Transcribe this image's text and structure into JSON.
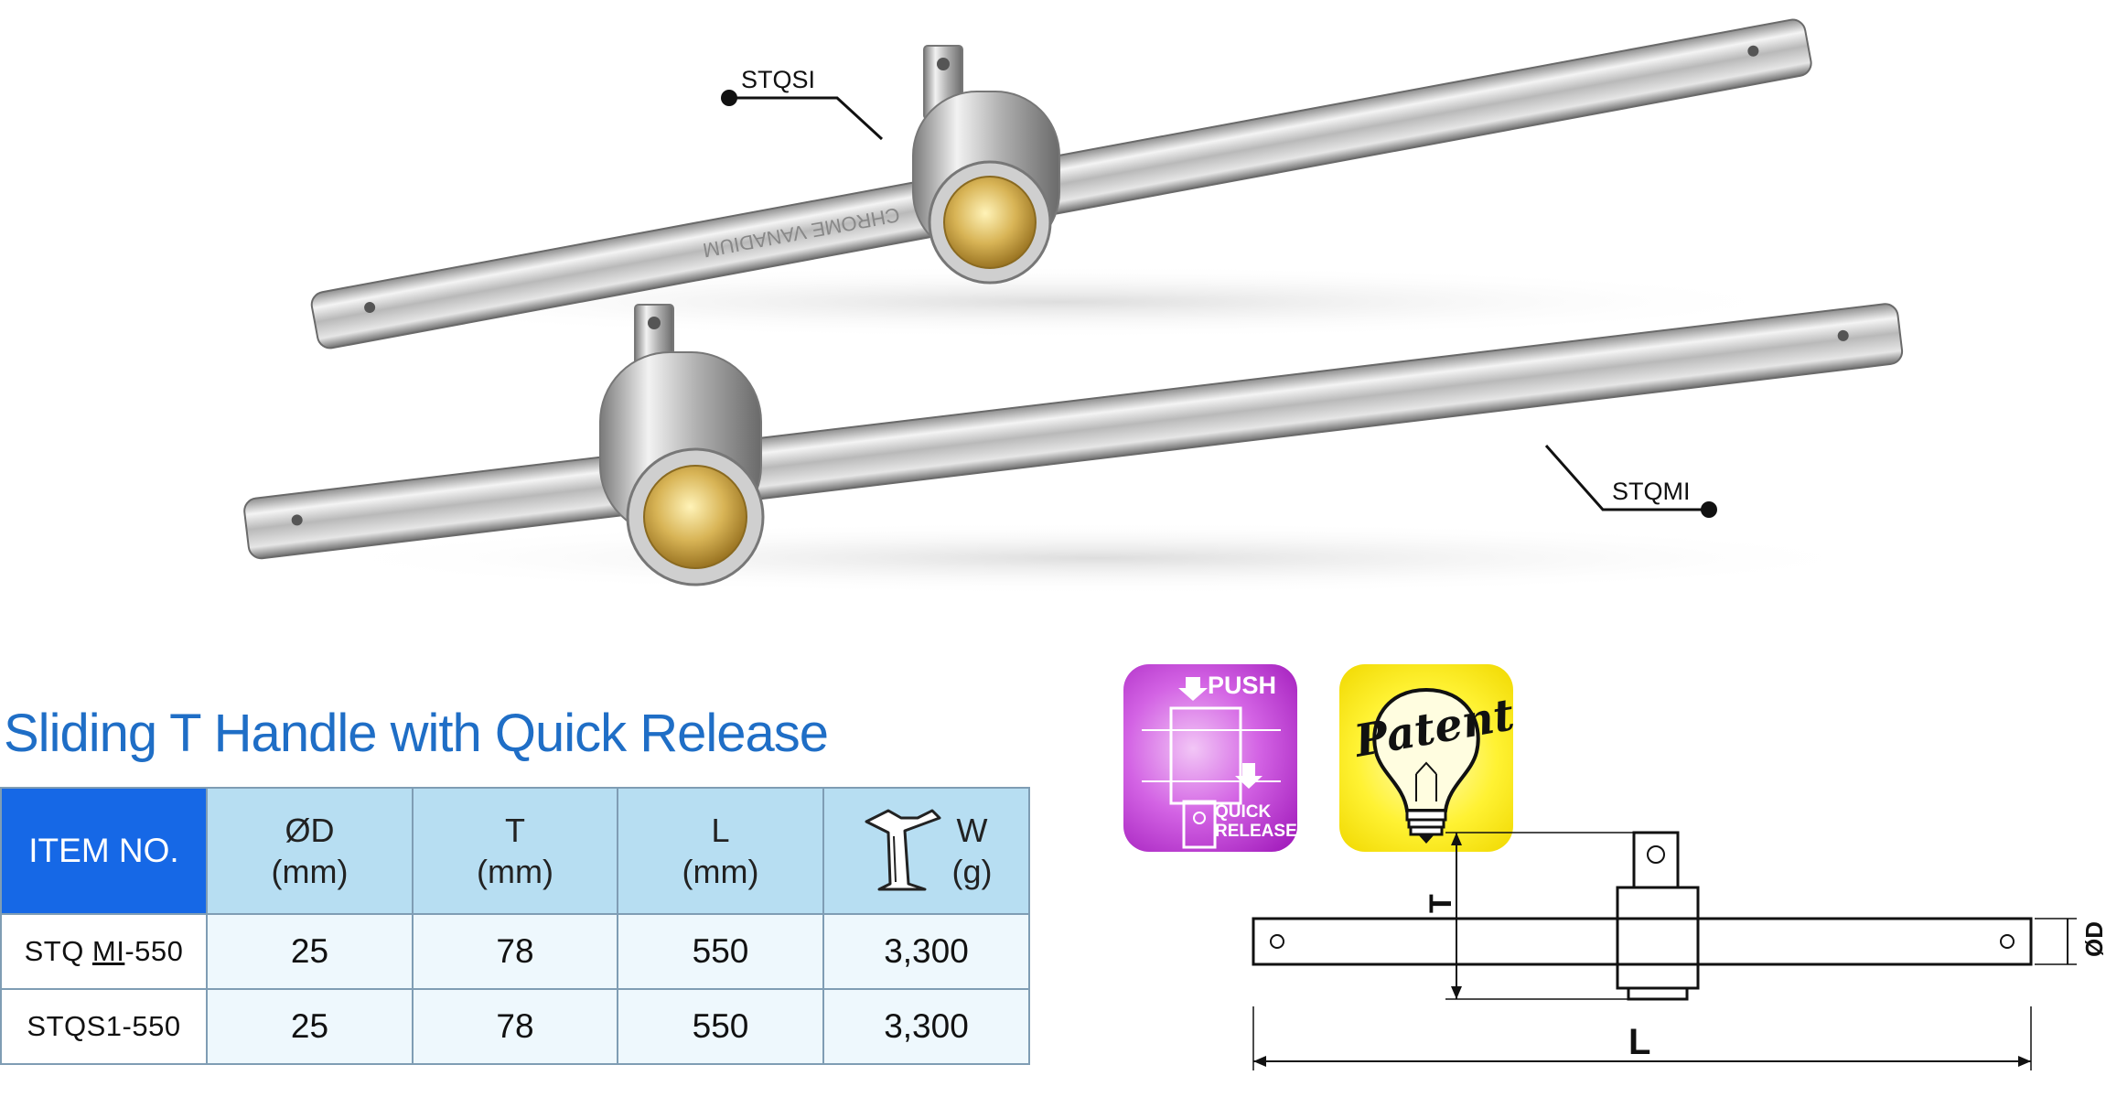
{
  "callouts": {
    "top_model": "STQSI",
    "bottom_model": "STQMI"
  },
  "title": "Sliding T Handle with Quick Release",
  "table": {
    "headers": {
      "item": "ITEM NO.",
      "d": "ØD",
      "d_unit": "(mm)",
      "t": "T",
      "t_unit": "(mm)",
      "l": "L",
      "l_unit": "(mm)",
      "w": "W",
      "w_unit": "(g)"
    },
    "rows": [
      {
        "item_prefix": "STQ ",
        "item_underlined": "MI",
        "item_suffix": "-550",
        "d": "25",
        "t": "78",
        "l": "550",
        "w": "3,300"
      },
      {
        "item": "STQS1-550",
        "d": "25",
        "t": "78",
        "l": "550",
        "w": "3,300"
      }
    ]
  },
  "badges": {
    "push": {
      "push_label": "PUSH",
      "quick_label": "QUICK",
      "release_label": "RELEASE",
      "color": "#b630cf"
    },
    "patent": {
      "label": "Patent",
      "color": "#fff233"
    }
  },
  "drawing": {
    "t_label": "T",
    "l_label": "L",
    "d_label": "ØD"
  },
  "engraving": "CHROME VANADIUM",
  "accent_color": "#1668e6",
  "title_color": "#1f6ec6"
}
